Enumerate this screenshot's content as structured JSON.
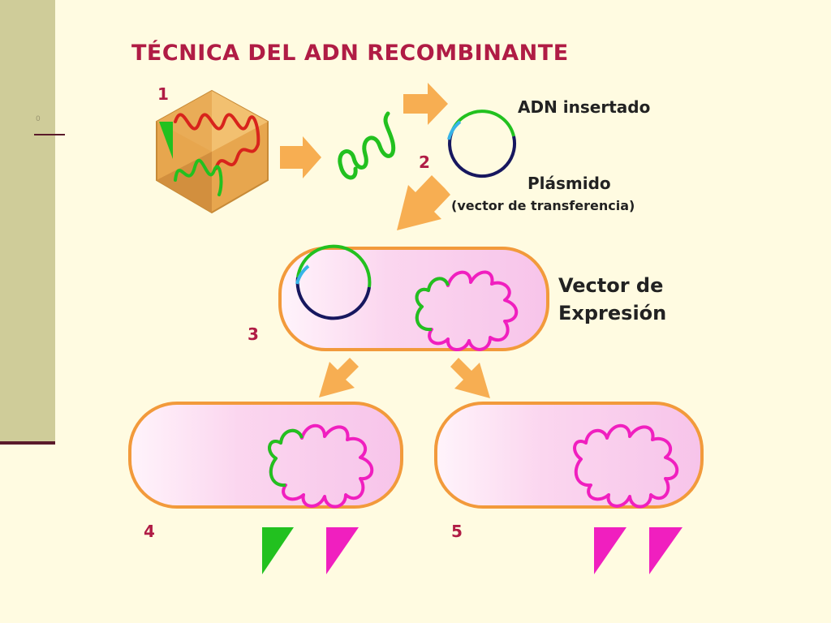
{
  "slide": {
    "number": "0",
    "title": "TÉCNICA DEL ADN RECOMBINANTE"
  },
  "steps": [
    "1",
    "2",
    "3",
    "4",
    "5"
  ],
  "labels": {
    "inserted_dna": "ADN insertado",
    "plasmid": "Plásmido",
    "plasmid_note": "(vector de transferencia)",
    "expression_vector_line1": "Vector de",
    "expression_vector_line2": "Expresión"
  },
  "colors": {
    "title": "#b01c45",
    "arrow": "#f7ae52",
    "cell_fill": "#fbd6ef",
    "cell_border": "#f29a3b",
    "green_dna": "#22c11f",
    "red_dna": "#d8241c",
    "magenta_dna": "#f01fbf",
    "plasmid_blue": "#17175f",
    "plasmid_cyan": "#37b4e8"
  }
}
